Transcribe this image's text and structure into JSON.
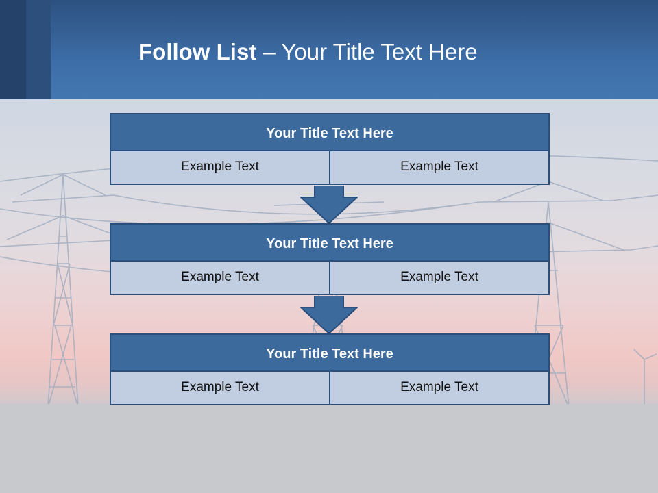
{
  "colors": {
    "header": "#3d6da6",
    "box_title": "#3d6a9d",
    "box_cell": "#c1cde0",
    "border": "#2a4f7c",
    "arrow": "#3d6a9d"
  },
  "slide": {
    "title_bold": "Follow List",
    "title_rest": " – Your Title Text Here"
  },
  "blocks": [
    {
      "title": "Your Title Text Here",
      "cells": [
        "Example Text",
        "Example Text"
      ]
    },
    {
      "title": "Your Title Text Here",
      "cells": [
        "Example Text",
        "Example Text"
      ]
    },
    {
      "title": "Your Title Text Here",
      "cells": [
        "Example Text",
        "Example Text"
      ]
    }
  ]
}
